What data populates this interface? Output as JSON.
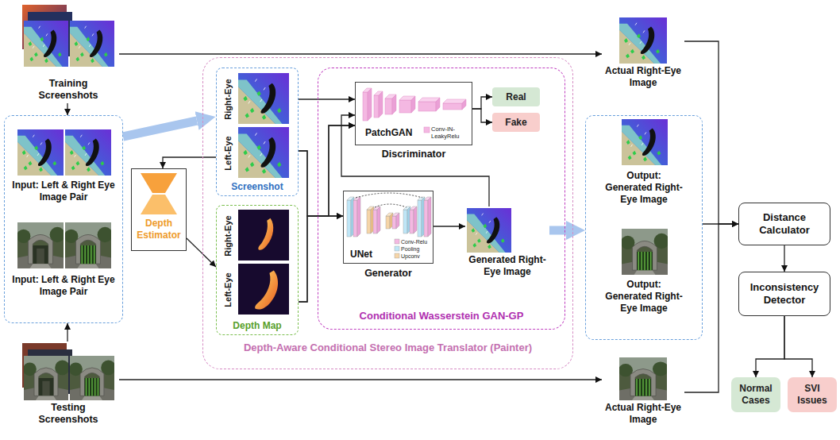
{
  "diagram": {
    "nodes": [
      {
        "text": [
          "Training Screenshots"
        ]
      },
      {
        "text": [
          "Input: Left & Right Eye Image Pair",
          "Input: Left & Right Eye Image Pair"
        ]
      },
      {
        "text": [
          "Testing Screenshots"
        ]
      },
      {
        "text": [
          "Depth Estimator"
        ]
      },
      {
        "text": [
          "Depth-Aware Conditional Stereo Image Translator (Painter)"
        ]
      },
      {
        "text": [
          "Right-Eye",
          "Left-Eye",
          "Screenshot"
        ],
        "in": 4
      },
      {
        "text": [
          "Right-Eye",
          "Left-Eye",
          "Depth Map"
        ],
        "in": 4
      },
      {
        "text": [
          "Conditional Wasserstein GAN-GP"
        ],
        "in": 4
      },
      {
        "text": [
          "PatchGAN",
          "Conv-IN-LeakyRelu",
          "Discriminator"
        ],
        "in": 7
      },
      {
        "text": [
          "Real"
        ],
        "in": 7
      },
      {
        "text": [
          "Fake"
        ],
        "in": 7
      },
      {
        "text": [
          "UNet",
          "Conv-Relu",
          "Pooling",
          "Upconv",
          "Generator"
        ],
        "in": 7
      },
      {
        "text": [
          "Generated Right-Eye Image"
        ],
        "in": 7
      },
      {
        "text": [
          "Actual Right-Eye Image"
        ]
      },
      {
        "text": [
          "Output: Generated Right-Eye Image",
          "Output: Generated Right-Eye Image"
        ]
      },
      {
        "text": [
          "Actual Right-Eye Image"
        ]
      },
      {
        "text": [
          "Distance Calculator"
        ]
      },
      {
        "text": [
          "Inconsistency Detector"
        ]
      },
      {
        "text": [
          "Normal Cases"
        ]
      },
      {
        "text": [
          "SVI Issues"
        ]
      }
    ],
    "edges": [
      {
        "from": 0,
        "to": 13,
        "arrow": "to"
      },
      {
        "from": 0,
        "to": 1,
        "arrow": "to"
      },
      {
        "from": 2,
        "to": 1,
        "arrow": "to"
      },
      {
        "from": 2,
        "to": 15,
        "arrow": "to"
      },
      {
        "from": 1,
        "to": 5,
        "arrow": "to"
      },
      {
        "from": 5,
        "to": 3,
        "arrow": "to"
      },
      {
        "from": 3,
        "to": 6,
        "arrow": "to"
      },
      {
        "from": 5,
        "to": 8,
        "arrow": "to"
      },
      {
        "from": 5,
        "to": 11,
        "arrow": "to"
      },
      {
        "from": 6,
        "to": 11,
        "arrow": "to"
      },
      {
        "from": 6,
        "to": 8,
        "arrow": "to"
      },
      {
        "from": 5,
        "to": 8,
        "arrow": "to"
      },
      {
        "from": 11,
        "to": 12,
        "arrow": "to"
      },
      {
        "from": 12,
        "to": 8,
        "arrow": "to"
      },
      {
        "from": 8,
        "to": 9,
        "arrow": "to"
      },
      {
        "from": 8,
        "to": 10,
        "arrow": "to"
      },
      {
        "from": 12,
        "to": 14,
        "arrow": "to"
      },
      {
        "from": 13,
        "to": 16,
        "arrow": "to"
      },
      {
        "from": 14,
        "to": 16,
        "arrow": "to"
      },
      {
        "from": 15,
        "to": 16,
        "arrow": "to"
      },
      {
        "from": 16,
        "to": 17,
        "arrow": "to"
      },
      {
        "from": 17,
        "to": 18,
        "arrow": "to"
      },
      {
        "from": 17,
        "to": 19,
        "arrow": "to"
      }
    ]
  }
}
